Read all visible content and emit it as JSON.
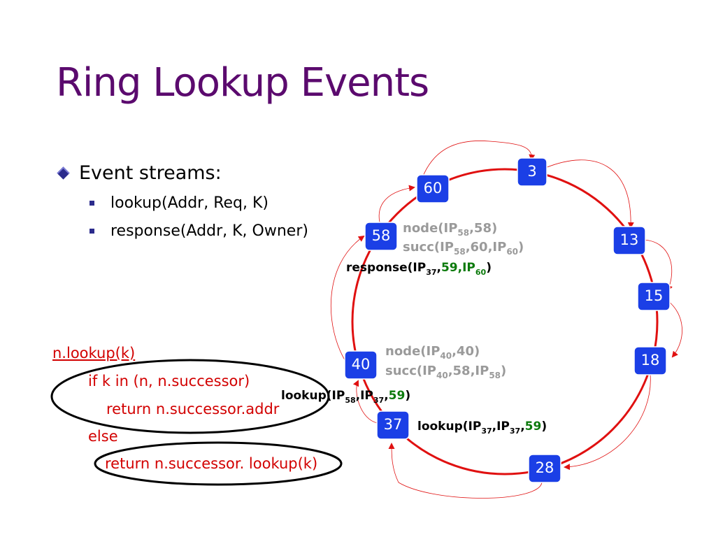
{
  "slide": {
    "title": "Ring Lookup Events",
    "bullets": {
      "main": "Event streams:",
      "sub": [
        "lookup(Addr, Req, K)",
        "response(Addr, K, Owner)"
      ]
    },
    "code": {
      "line1": "n.lookup(k)",
      "line2": "if k in (n, n.successor)",
      "line3": "return n.successor.addr",
      "line4": "else",
      "line5": "return n.successor. lookup(k)"
    }
  },
  "ring": {
    "nodes": [
      {
        "id": "3"
      },
      {
        "id": "13"
      },
      {
        "id": "15"
      },
      {
        "id": "18"
      },
      {
        "id": "28"
      },
      {
        "id": "37"
      },
      {
        "id": "40"
      },
      {
        "id": "58"
      },
      {
        "id": "60"
      }
    ],
    "colors": {
      "ring": "#e01010",
      "node": "#1b3fe6",
      "highlight": "#0c7a0c",
      "annotation": "#9a9a9a",
      "title": "#5b0a6e",
      "code": "#d20000"
    }
  },
  "annotations": {
    "node58": {
      "pre": "node(IP",
      "sub1": "58",
      "post": ",58)"
    },
    "succ58": {
      "pre": "succ(IP",
      "sub1": "58",
      "mid": ",60,IP",
      "sub2": "60",
      "post": ")"
    },
    "response": {
      "pre": "response(IP",
      "sub1": "37",
      "comma": ",",
      "green1": "59,IP",
      "gsub": "60",
      "post": ")"
    },
    "node40": {
      "pre": "node(IP",
      "sub1": "40",
      "post": ",40)"
    },
    "succ40": {
      "pre": "succ(IP",
      "sub1": "40",
      "mid": ",58,IP",
      "sub2": "58",
      "post": ")"
    },
    "lookup1": {
      "pre": "lookup(IP",
      "sub1": "58",
      "mid": ",IP",
      "sub2": "37",
      "comma": ",",
      "green": "59",
      "post": ")"
    },
    "lookup2": {
      "pre": "lookup(IP",
      "sub1": "37",
      "mid": ",IP",
      "sub2": "37",
      "comma": ",",
      "green": "59",
      "post": ")"
    }
  }
}
